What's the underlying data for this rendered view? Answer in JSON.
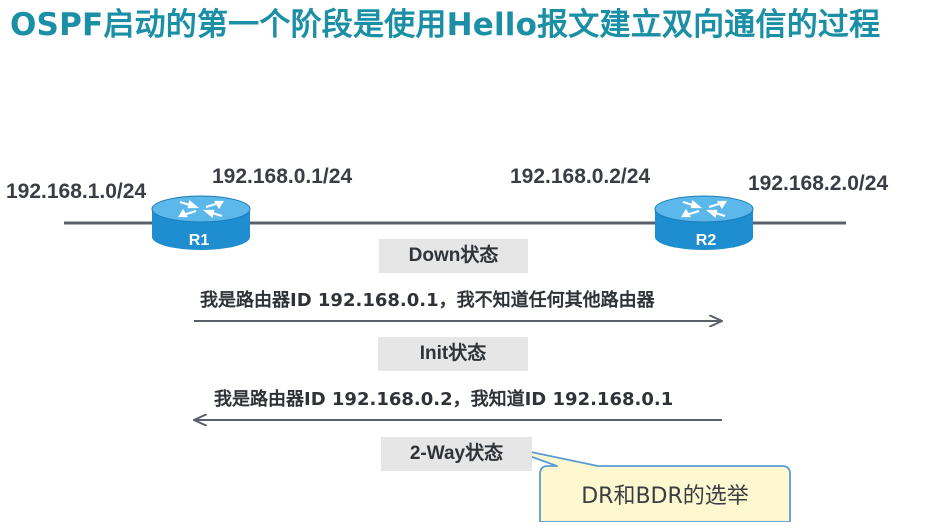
{
  "title": "OSPF启动的第一个阶段是使用Hello报文建立双向通信的过程",
  "routers": [
    {
      "label": "R1"
    },
    {
      "label": "R2"
    }
  ],
  "addresses": {
    "r1_lan": "192.168.1.0/24",
    "r1_link": "192.168.0.1/24",
    "r2_link": "192.168.0.2/24",
    "r2_lan": "192.168.2.0/24"
  },
  "states": {
    "down": "Down状态",
    "init": "Init状态",
    "two_way": "2-Way状态"
  },
  "messages": {
    "r1_to_r2": "我是路由器ID 192.168.0.1，我不知道任何其他路由器",
    "r2_to_r1": "我是路由器ID 192.168.0.2，我知道ID 192.168.0.1"
  },
  "callout": "DR和BDR的选举",
  "colors": {
    "title": "#1a8fa6",
    "router_body": "#1e8ed0",
    "router_top": "#5cb8ea",
    "state_box": "#e6e6e6",
    "callout_fill": "#fdf8cf",
    "callout_border": "#5a9bd5",
    "link_line": "#5a5f6a"
  }
}
